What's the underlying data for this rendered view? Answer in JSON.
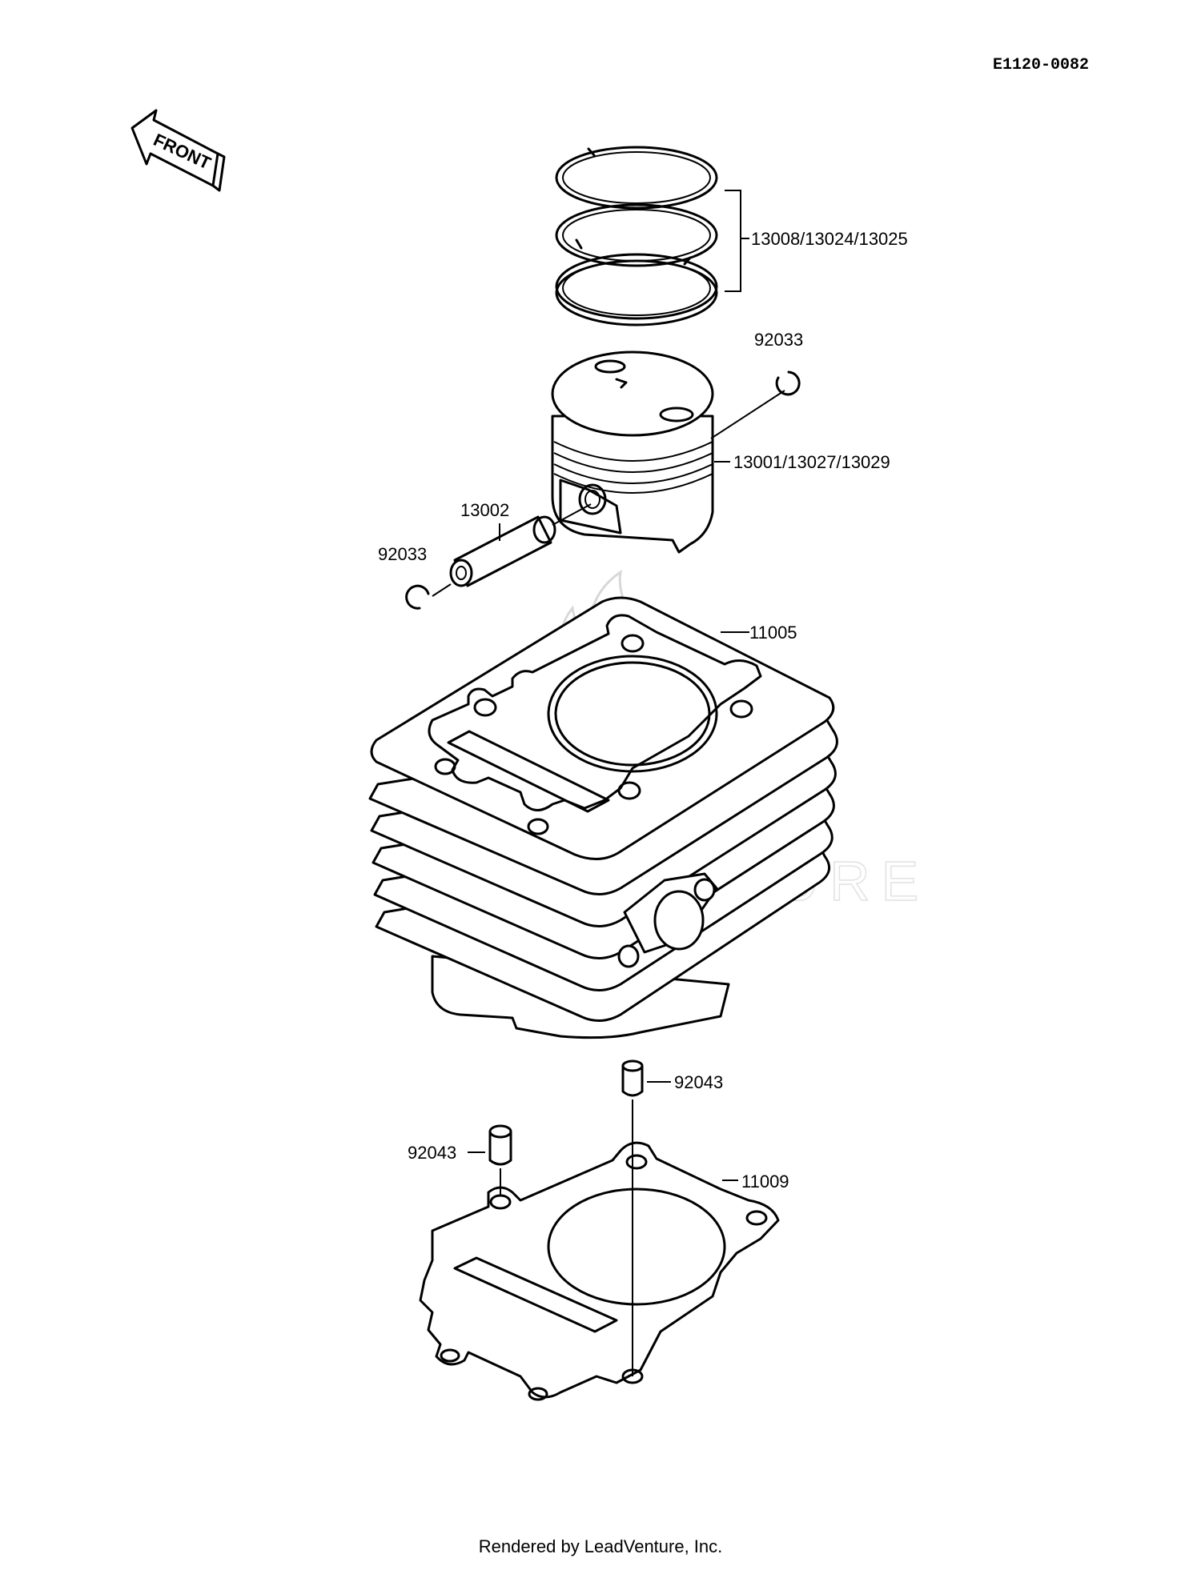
{
  "diagram_code": "E1120-0082",
  "front_label": "FRONT",
  "footer": "Rendered by LeadVenture, Inc.",
  "watermark": "LEADVENTURE",
  "parts": {
    "rings": "13008/13024/13025",
    "clip_right": "92033",
    "piston": "13001/13027/13029",
    "pin": "13002",
    "clip_left": "92033",
    "cylinder": "11005",
    "dowel_right": "92043",
    "dowel_left": "92043",
    "gasket": "11009"
  }
}
